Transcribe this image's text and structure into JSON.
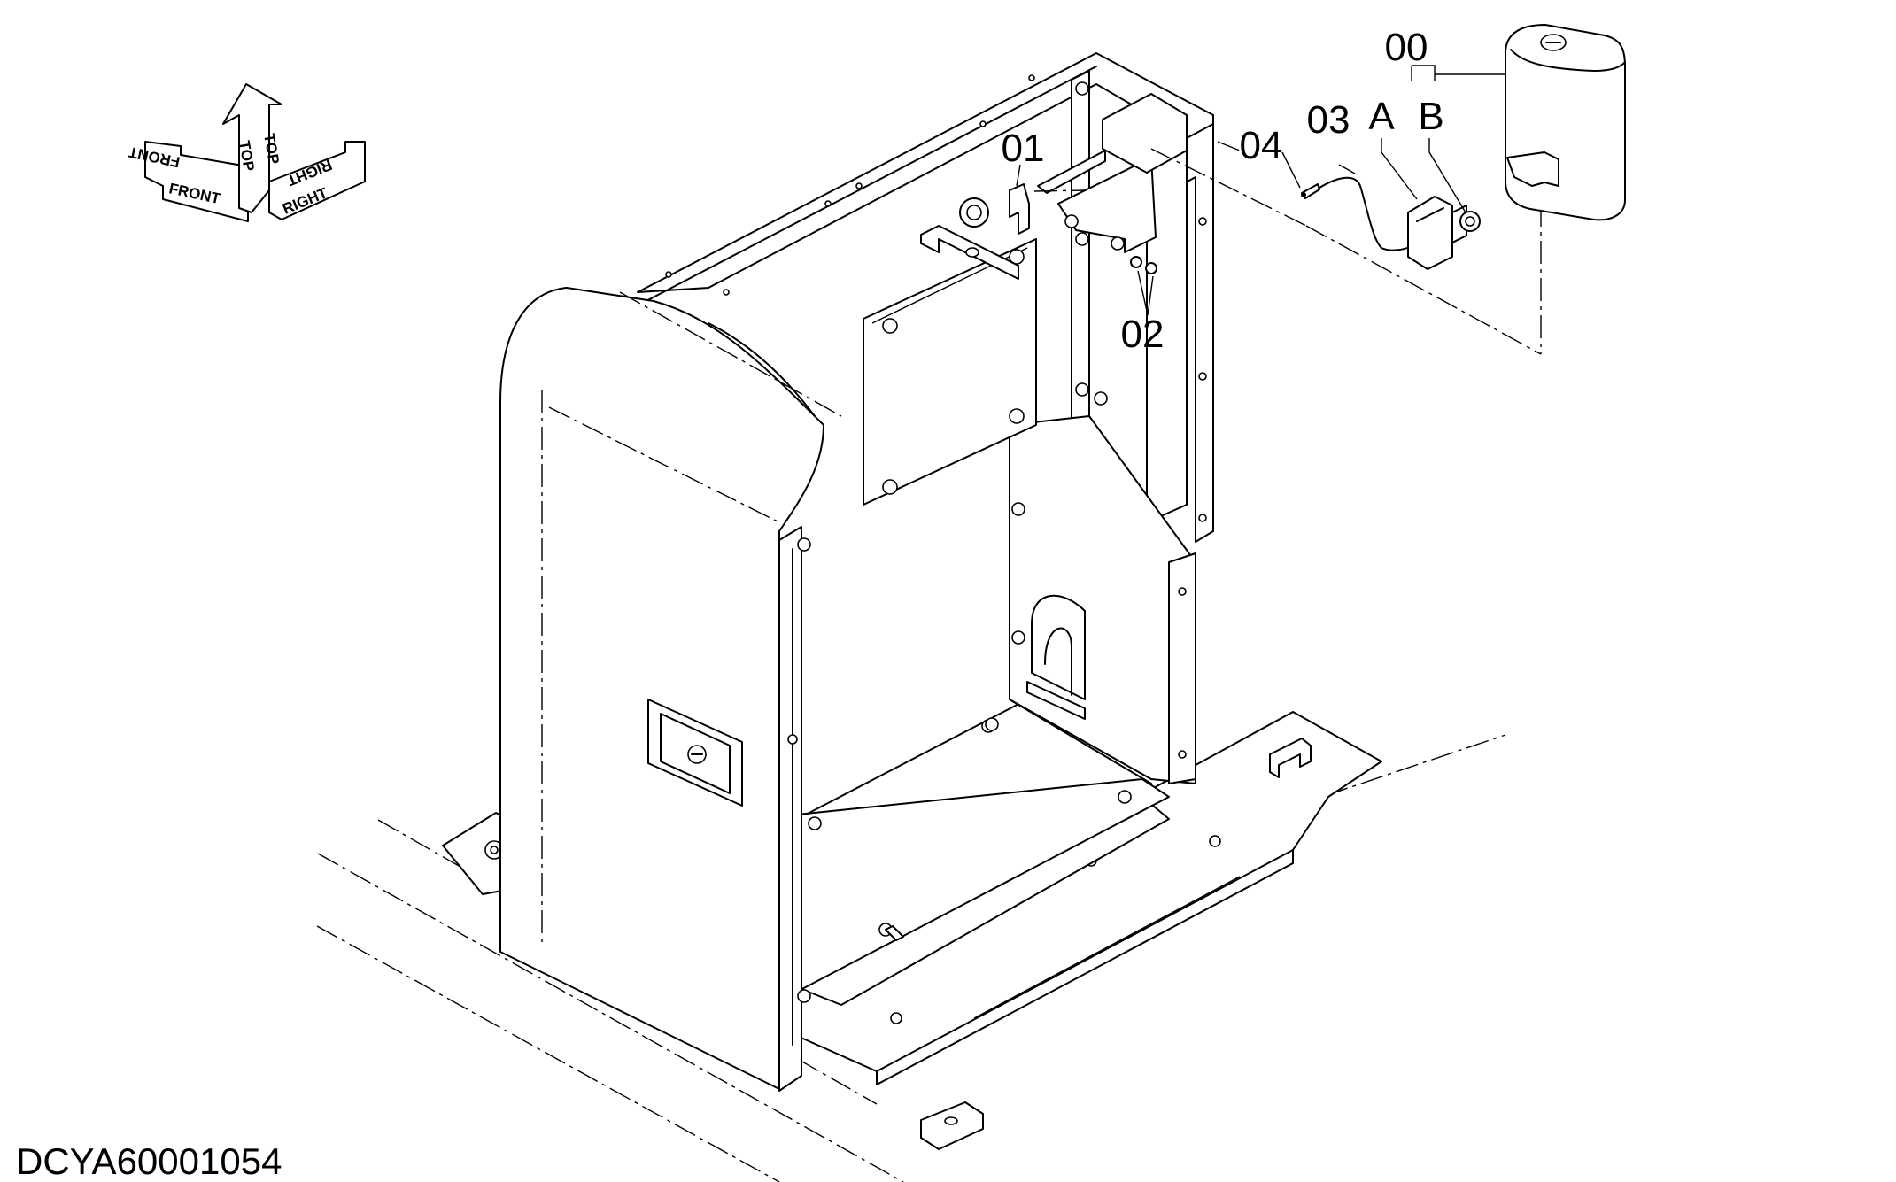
{
  "diagram": {
    "drawing_id": "DCYA60001054",
    "orientation_labels": {
      "front": "FRONT",
      "top": "TOP",
      "right": "RIGHT"
    },
    "callouts": {
      "assembly": "00",
      "sub_a": "A",
      "sub_b": "B",
      "part_01": "01",
      "part_02": "02",
      "part_03": "03",
      "part_04": "04"
    }
  }
}
